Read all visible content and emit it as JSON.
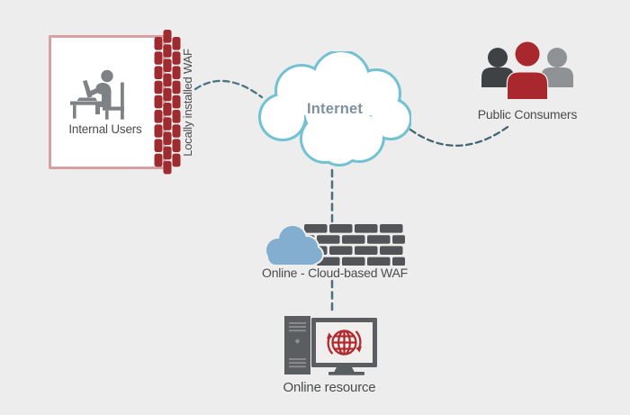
{
  "diagram": {
    "title_hint": "Web Application Firewall deployment diagram",
    "nodes": {
      "internal_users": {
        "label": "Internal Users",
        "icon": "person-at-laptop-icon"
      },
      "local_waf": {
        "label": "Locally installed WAF",
        "icon": "brick-wall-vertical-icon"
      },
      "internet": {
        "label": "Internet",
        "icon": "cloud-outline-icon"
      },
      "public_consumers): ": null,
      "public_consumers": {
        "label": "Public Consumers",
        "icon": "three-users-icon"
      },
      "cloud_waf": {
        "label": "Online - Cloud-based WAF",
        "icon": "cloud-and-brick-wall-icon"
      },
      "online_resource": {
        "label": "Online resource",
        "icon": "server-and-monitor-globe-icon"
      }
    },
    "connectors": [
      "internal-users-to-local-waf",
      "local-waf-to-internet",
      "internet-to-public-consumers",
      "internet-to-cloud-waf",
      "cloud-waf-to-online-resource"
    ],
    "colors": {
      "background": "#ecedec",
      "box_border": "#d8a0a2",
      "brick_red": "#9e2b30",
      "brick_gray": "#525457",
      "label_text": "#4b4c4e",
      "internet_text": "#7e90a0",
      "cloud_outline": "#73c2d3",
      "small_cloud_fill": "#83aed0",
      "person_gray": "#7f8285",
      "consumer_dark": "#3f4245",
      "consumer_red": "#a8282d",
      "consumer_light": "#8f9295",
      "hardware_gray": "#5b5e61",
      "globe_red": "#b2292e",
      "connector_dash": "#4b7484",
      "connector_dash_light": "#7ba8bc"
    }
  }
}
